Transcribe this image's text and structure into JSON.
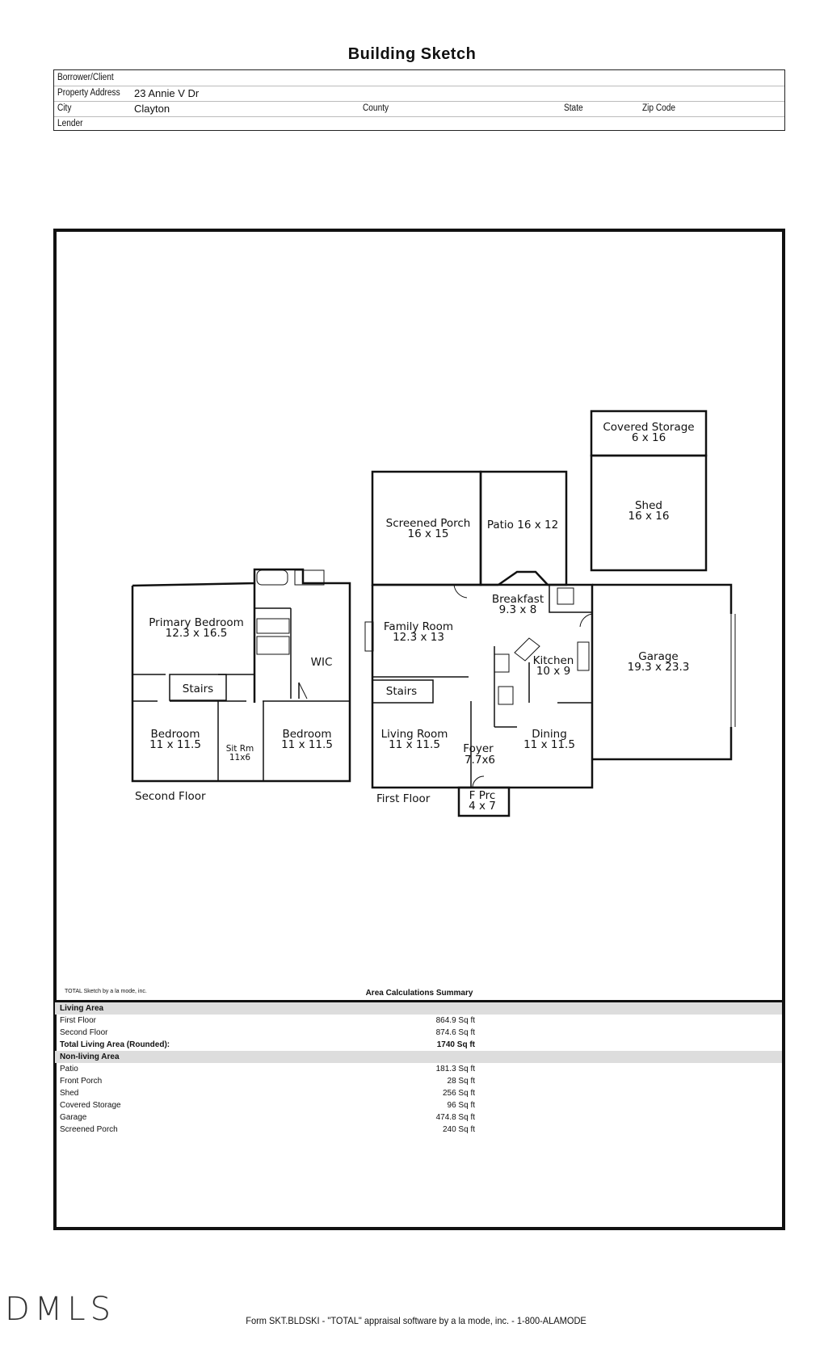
{
  "header": {
    "title": "Building Sketch"
  },
  "info": {
    "borrower_label": "Borrower/Client",
    "address_label": "Property Address",
    "address_value": "23 Annie V Dr",
    "city_label": "City",
    "city_value": "Clayton",
    "county_label": "County",
    "state_label": "State",
    "zip_label": "Zip Code",
    "lender_label": "Lender"
  },
  "floorplan": {
    "second_floor_label": "Second Floor",
    "first_floor_label": "First Floor",
    "rooms": {
      "primary_bedroom": {
        "name": "Primary Bedroom",
        "dims": "12.3 x 16.5"
      },
      "wic": {
        "name": "WIC"
      },
      "stairs_2": {
        "name": "Stairs"
      },
      "bedroom_left": {
        "name": "Bedroom",
        "dims": "11 x 11.5"
      },
      "sit_room": {
        "name": "Sit Rm",
        "dims": "11x6"
      },
      "bedroom_right": {
        "name": "Bedroom",
        "dims": "11 x 11.5"
      },
      "screened_porch": {
        "name": "Screened Porch",
        "dims": "16 x 15"
      },
      "patio": {
        "name": "Patio 16 x 12"
      },
      "covered_storage": {
        "name": "Covered Storage",
        "dims": "6 x 16"
      },
      "shed": {
        "name": "Shed",
        "dims": "16 x 16"
      },
      "breakfast": {
        "name": "Breakfast",
        "dims": "9.3 x 8"
      },
      "family_room": {
        "name": "Family Room",
        "dims": "12.3 x 13"
      },
      "kitchen": {
        "name": "Kitchen",
        "dims": "10 x 9"
      },
      "garage": {
        "name": "Garage",
        "dims": "19.3 x 23.3"
      },
      "stairs_1": {
        "name": "Stairs"
      },
      "living_room": {
        "name": "Living Room",
        "dims": "11 x 11.5"
      },
      "foyer": {
        "name": "Foyer",
        "dims": "7.7x6"
      },
      "dining": {
        "name": "Dining",
        "dims": "11 x 11.5"
      },
      "front_porch": {
        "name": "F Prc",
        "dims": "4 x 7"
      }
    }
  },
  "summary": {
    "credit": "TOTAL Sketch by a la mode, inc.",
    "title": "Area Calculations Summary",
    "living_header": "Living Area",
    "living_rows": [
      {
        "name": "First Floor",
        "value": "864.9 Sq ft"
      },
      {
        "name": "Second Floor",
        "value": "874.6 Sq ft"
      }
    ],
    "total": {
      "name": "Total Living Area (Rounded):",
      "value": "1740 Sq ft"
    },
    "nonliving_header": "Non-living Area",
    "nonliving_rows": [
      {
        "name": "Patio",
        "value": "181.3 Sq ft"
      },
      {
        "name": "Front Porch",
        "value": "28 Sq ft"
      },
      {
        "name": "Shed",
        "value": "256 Sq ft"
      },
      {
        "name": "Covered Storage",
        "value": "96 Sq ft"
      },
      {
        "name": "Garage",
        "value": "474.8 Sq ft"
      },
      {
        "name": "Screened Porch",
        "value": "240 Sq ft"
      }
    ]
  },
  "watermark": "DMLS",
  "footer": "Form SKT.BLDSKI - \"TOTAL\" appraisal software by a la mode, inc. - 1-800-ALAMODE"
}
